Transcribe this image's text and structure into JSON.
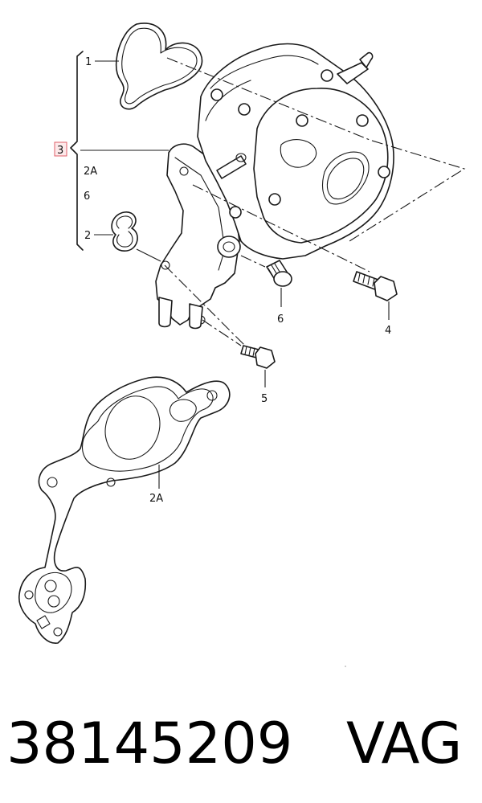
{
  "callouts": {
    "item_1": "1",
    "item_2": "2",
    "item_3": "3",
    "item_2A_top": "2A",
    "item_6_top": "6",
    "item_4": "4",
    "item_5": "5",
    "item_6": "6",
    "item_2A_bottom": "2A"
  },
  "footer": {
    "text": "38145209   VAG"
  },
  "colors": {
    "line": "#1a1a1a",
    "highlight_box": "#e0606a",
    "highlight_fill": "#fde9ea"
  }
}
